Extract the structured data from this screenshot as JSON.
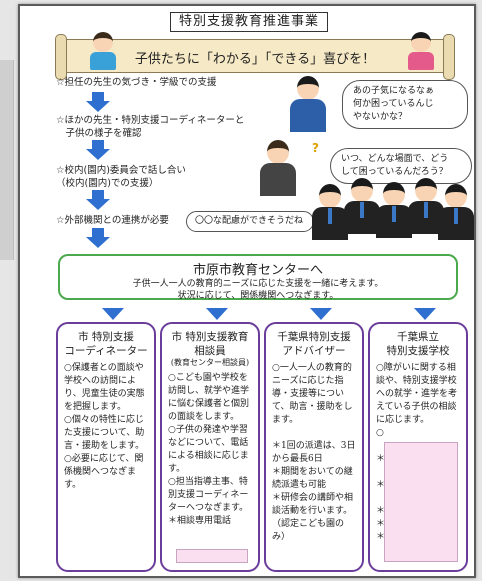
{
  "title": "特別支援教育推進事業",
  "banner": "子供たちに「わかる」「できる」喜びを！",
  "steps": [
    "☆担任の先生の気づき・学級での支援",
    "☆ほかの先生・特別支援コーディネーターと\n　子供の様子を確認",
    "☆校内(園内)委員会で話し合い\n（校内(園内)での支援）",
    "☆外部機関との連携が必要"
  ],
  "bubbles": {
    "b1": "あの子気になるなぁ\n何か困っているんじ\nやないかな？",
    "b2": "いつ、どんな場面で、どう\nして困っているんだろう？",
    "b3": "〇〇な配慮ができそうだね"
  },
  "center": {
    "title": "市原市教育センターへ",
    "line1": "子供一人一人の教育的ニーズに応じた支援を一緒に考えます。",
    "line2": "状況に応じて、関係機関へつなぎます。"
  },
  "cards": [
    {
      "title": "市 特別支援\nコーディネーター",
      "sub": "",
      "body": "○保護者との面談や学校への訪問により、児童生徒の実態を把握します。\n○個々の特性に応じた支援について、助言・援助をします。\n○必要に応じて、関係機関へつなぎます。"
    },
    {
      "title": "市 特別支援教育\n相談員",
      "sub": "(教育センター相談員)",
      "body": "○こども園や学校を訪問し、就学や進学に悩む保護者と個別の面談をします。\n○子供の発達や学習などについて、電話による相談に応じます。\n○担当指導主事、特別支援コーディネーターへつなぎます。\n＊相談専用電話"
    },
    {
      "title": "千葉県特別支援\nアドバイザー",
      "sub": "",
      "body": "○一人一人の教育的ニーズに応じた指導・支援等について、助言・援助をします。\n\n＊1回の派遣は、3日から最長6日\n＊期間をおいての継続派遣も可能\n＊研修会の講師や相談活動を行います。\n（認定こども園のみ）"
    },
    {
      "title": "千葉県立\n特別支援学校",
      "sub": "",
      "body": "○障がいに関する相談や、特別支援学校への就学・進学を考えている子供の相談に応じます。\n○\n\n＊\n\n＊\n\n＊\n＊\n＊"
    }
  ]
}
